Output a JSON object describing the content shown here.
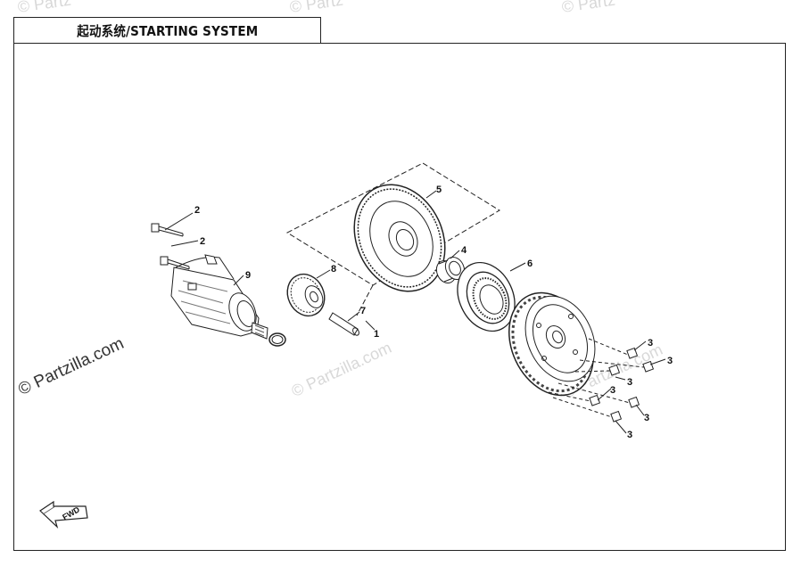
{
  "title": "起动系统/STARTING SYSTEM",
  "watermarks": {
    "main": "© Partzilla.com",
    "center": "© Partzilla.com",
    "right": "© Partzilla.com",
    "top_left": "© Partz",
    "top_mid": "© Partz",
    "top_right": "© Partz"
  },
  "fwd_label": "FWD",
  "callouts": {
    "c1": "1",
    "c2a": "2",
    "c2b": "2",
    "c3a": "3",
    "c3b": "3",
    "c3c": "3",
    "c3d": "3",
    "c3e": "3",
    "c3f": "3",
    "c4": "4",
    "c5": "5",
    "c6": "6",
    "c7": "7",
    "c8": "8",
    "c9": "9"
  }
}
